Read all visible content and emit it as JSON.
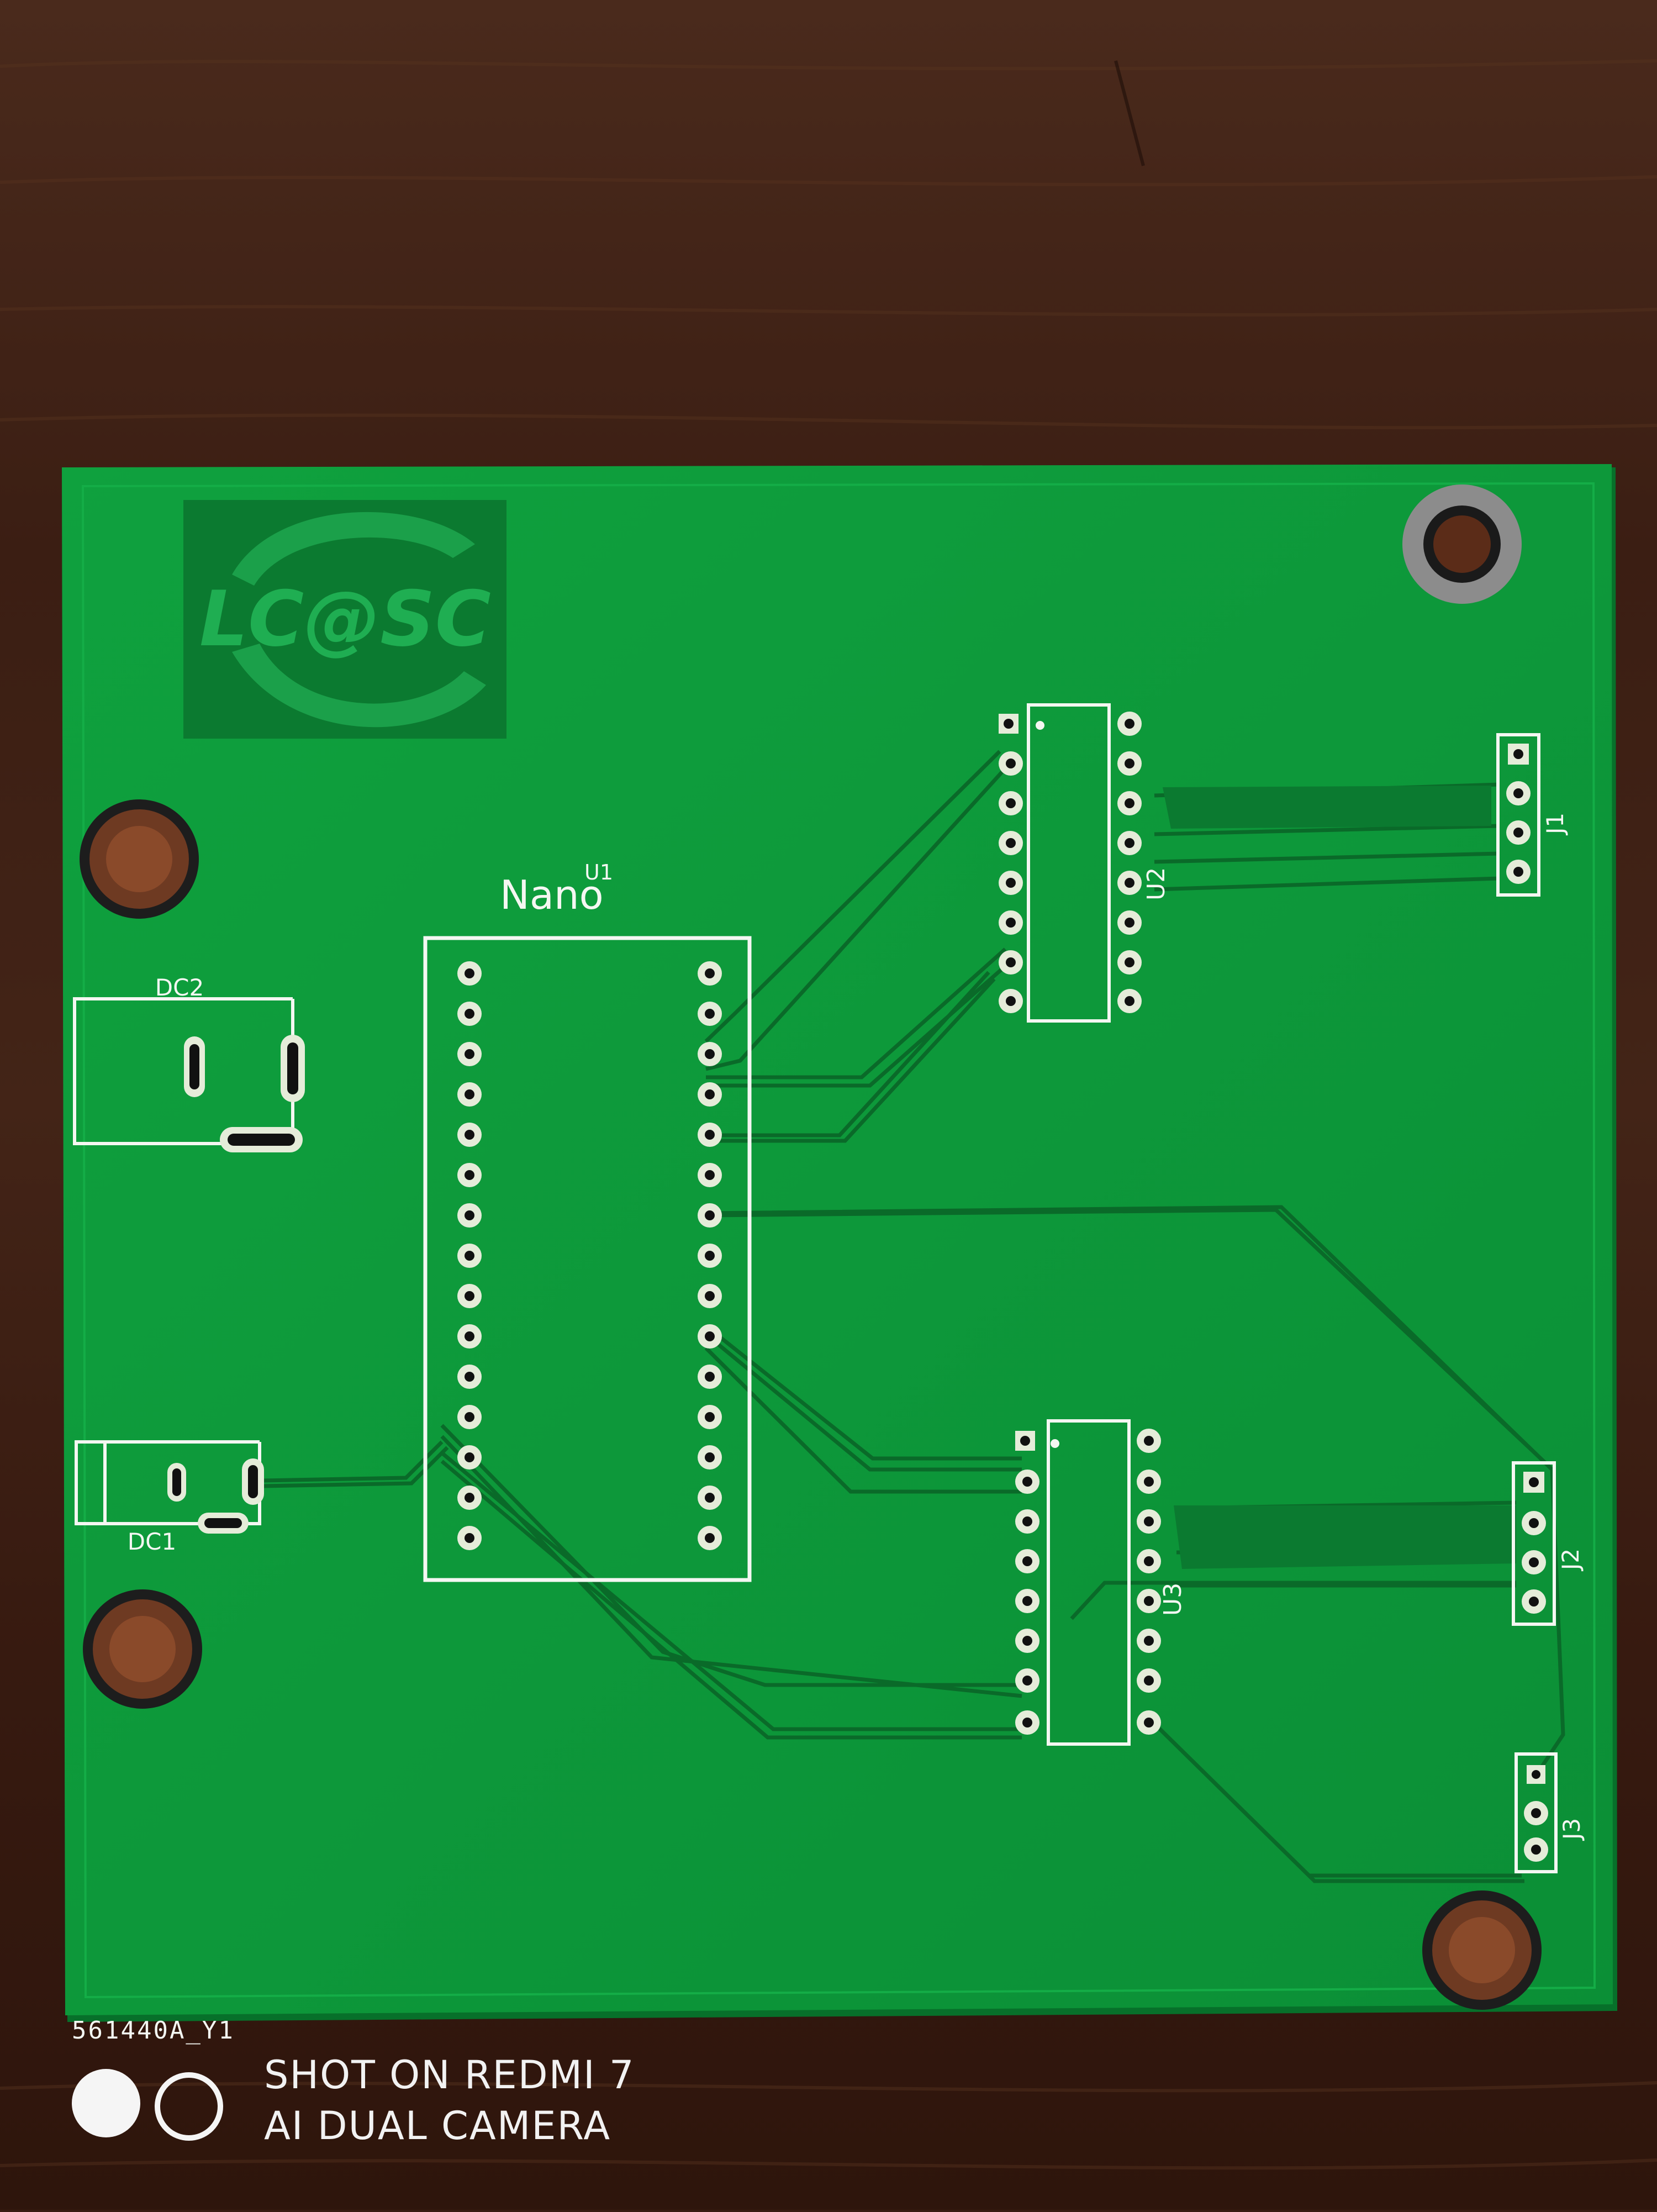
{
  "logo": {
    "text": "LC@SC"
  },
  "pcb": {
    "board_code": "561440A_Y1",
    "labels": {
      "u1_ref": "U1",
      "u1_value": "Nano",
      "u2": "U2",
      "u3": "U3",
      "j1": "J1",
      "j2": "J2",
      "j3": "J3",
      "dc1": "DC1",
      "dc2": "DC2"
    }
  },
  "watermark": {
    "line1": "SHOT ON REDMI 7",
    "line2": "AI DUAL CAMERA"
  },
  "colors": {
    "wood": "#3a1d12",
    "board_green": "#0d9a3a",
    "trace_green": "#0a6e2a",
    "silkscreen": "#f4f7f2"
  }
}
